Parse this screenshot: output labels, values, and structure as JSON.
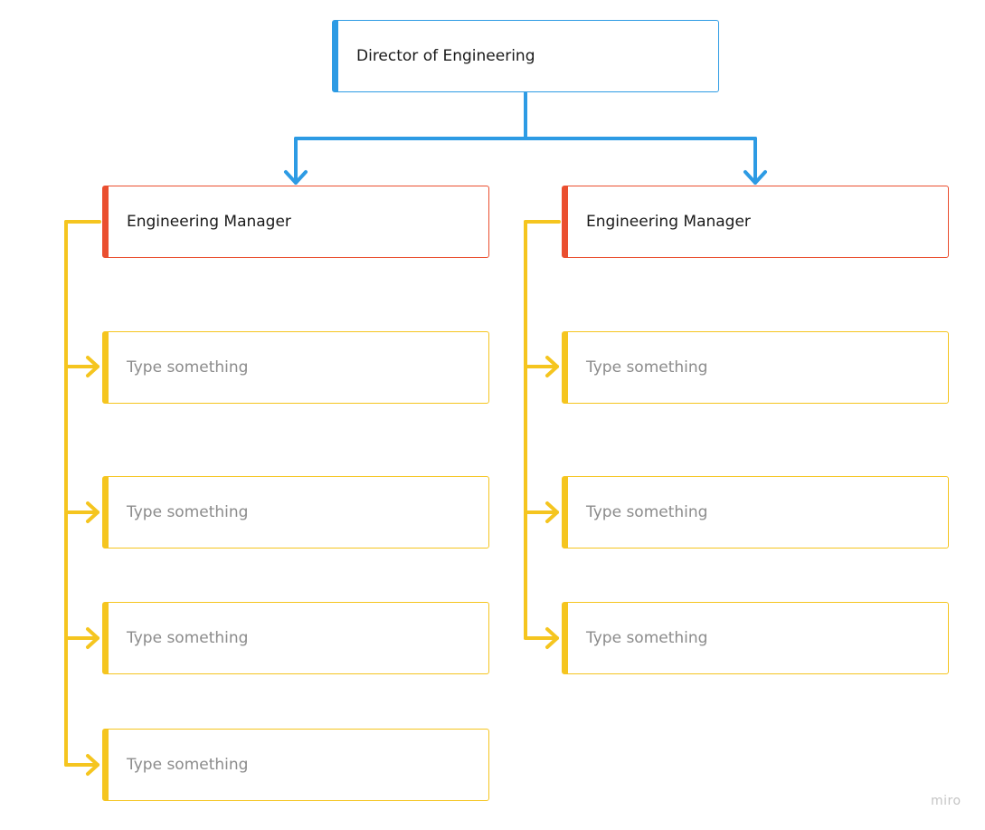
{
  "colors": {
    "director": "#2d9be4",
    "manager": "#ea4f30",
    "report": "#f5c51f",
    "placeholder_text": "#8b8b8b"
  },
  "director": {
    "label": "Director of Engineering"
  },
  "managers": [
    {
      "label": "Engineering Manager",
      "reports": [
        "Type something",
        "Type something",
        "Type something",
        "Type something"
      ]
    },
    {
      "label": "Engineering Manager",
      "reports": [
        "Type something",
        "Type something",
        "Type something"
      ]
    }
  ],
  "watermark": "miro"
}
